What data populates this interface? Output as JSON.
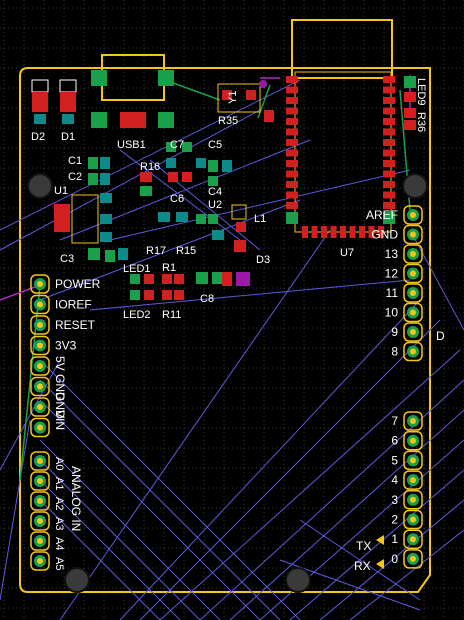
{
  "colors": {
    "background": "#000000",
    "grid": "#3a3a3a",
    "outline": "#f5c518",
    "top_copper": "#d21f1f",
    "bottom_copper": "#1aa04a",
    "pad_teal": "#0e8a8a",
    "ratsnest": "#5a5adc",
    "via_purple": "#9a1aa8",
    "label": "#ffffff"
  },
  "designators": {
    "d2": "D2",
    "d1": "D1",
    "usb1": "USB1",
    "c7": "C7",
    "c5": "C5",
    "r35": "R35",
    "xtal": "Y1",
    "led9": "LED9",
    "r36": "R36",
    "c1": "C1",
    "c2": "C2",
    "r16": "R16",
    "c6": "C6",
    "c4": "C4",
    "u1": "U1",
    "u2": "U2",
    "l1": "L1",
    "c3": "C3",
    "r17": "R17",
    "r15": "R15",
    "d3": "D3",
    "led1": "LED1",
    "r1": "R1",
    "c8": "C8",
    "led2": "LED2",
    "r11": "R11",
    "u7": "U7"
  },
  "left_header": [
    "POWER",
    "IOREF",
    "RESET",
    "3V3",
    "5V",
    "GND",
    "GND",
    "VIN"
  ],
  "analog_label": "ANALOG IN",
  "analog_pins": [
    "A0",
    "A1",
    "A2",
    "A3",
    "A4",
    "A5"
  ],
  "right_upper": [
    "AREF",
    "GND",
    "13",
    "12",
    "11",
    "10",
    "9",
    "8"
  ],
  "right_lower": [
    "7",
    "6",
    "5",
    "4",
    "3",
    "2",
    "1",
    "0"
  ],
  "tx": "TX",
  "rx": "RX",
  "edge_label": "D"
}
